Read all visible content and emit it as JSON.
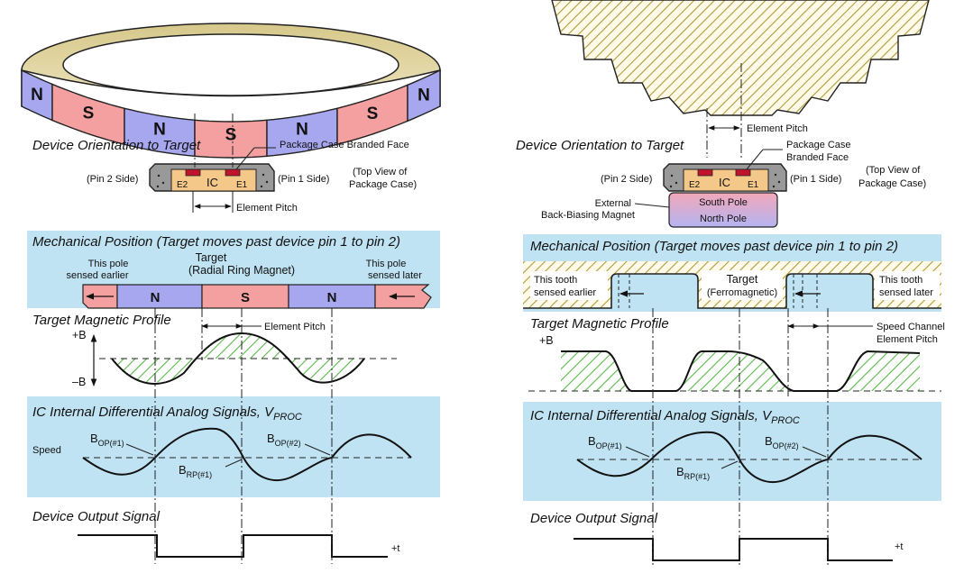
{
  "colors": {
    "north": "#a7a7f0",
    "south": "#f4a0a0",
    "panel": "#bfe3f3",
    "ic_body": "#f4c889",
    "element": "#c0142c",
    "hatch_green": "#5ab84a",
    "hatch_tan": "#b09a40",
    "magnet_top": "#f2a7b9",
    "magnet_bottom": "#b4b4f2"
  },
  "left": {
    "ring_poles": [
      "N",
      "S",
      "N",
      "S",
      "N",
      "S",
      "N"
    ],
    "orientation_title": "Device Orientation to Target",
    "package_label": "Package Case Branded Face",
    "pin2": "(Pin 2 Side)",
    "pin1": "(Pin 1 Side)",
    "top_view_1": "(Top View of",
    "top_view_2": "Package Case)",
    "ic": "IC",
    "e2": "E2",
    "e1": "E1",
    "element_pitch": "Element Pitch",
    "mech_title": "Mechanical Position (Target moves past device pin 1 to pin 2)",
    "target_1": "Target",
    "target_2": "(Radial Ring Magnet)",
    "pole_earlier_1": "This pole",
    "pole_earlier_2": "sensed earlier",
    "pole_later_1": "This pole",
    "pole_later_2": "sensed later",
    "strip_poles": [
      "N",
      "S",
      "N"
    ],
    "profile_title": "Target Magnetic Profile",
    "element_pitch_2": "Element Pitch",
    "plus_b": "+B",
    "minus_b": "–B",
    "analog_title": "IC Internal Differential Analog Signals, V",
    "analog_sub": "PROC",
    "speed": "Speed",
    "bop1": "B",
    "bop1_sub": "OP(#1)",
    "brp1": "B",
    "brp1_sub": "RP(#1)",
    "bop2": "B",
    "bop2_sub": "OP(#2)",
    "output_title": "Device Output Signal",
    "t_label": "+t"
  },
  "right": {
    "element_pitch": "Element Pitch",
    "orientation_title": "Device Orientation to Target",
    "package_1": "Package Case",
    "package_2": "Branded Face",
    "pin2": "(Pin 2 Side)",
    "pin1": "(Pin 1 Side)",
    "top_view_1": "(Top View of",
    "top_view_2": "Package Case)",
    "ic": "IC",
    "e2": "E2",
    "e1": "E1",
    "external_1": "External",
    "external_2": "Back-Biasing Magnet",
    "south_pole": "South Pole",
    "north_pole": "North Pole",
    "mech_title": "Mechanical Position (Target moves past device pin 1 to pin 2)",
    "tooth_earlier_1": "This tooth",
    "tooth_earlier_2": "sensed earlier",
    "target_1": "Target",
    "target_2": "(Ferromagnetic)",
    "tooth_later_1": "This tooth",
    "tooth_later_2": "sensed later",
    "profile_title": "Target Magnetic Profile",
    "plus_b": "+B",
    "speed_pitch_1": "Speed Channel",
    "speed_pitch_2": "Element Pitch",
    "analog_title": "IC Internal Differential Analog Signals, V",
    "analog_sub": "PROC",
    "bop1": "B",
    "bop1_sub": "OP(#1)",
    "brp1": "B",
    "brp1_sub": "RP(#1)",
    "bop2": "B",
    "bop2_sub": "OP(#2)",
    "output_title": "Device Output Signal",
    "t_label": "+t"
  }
}
